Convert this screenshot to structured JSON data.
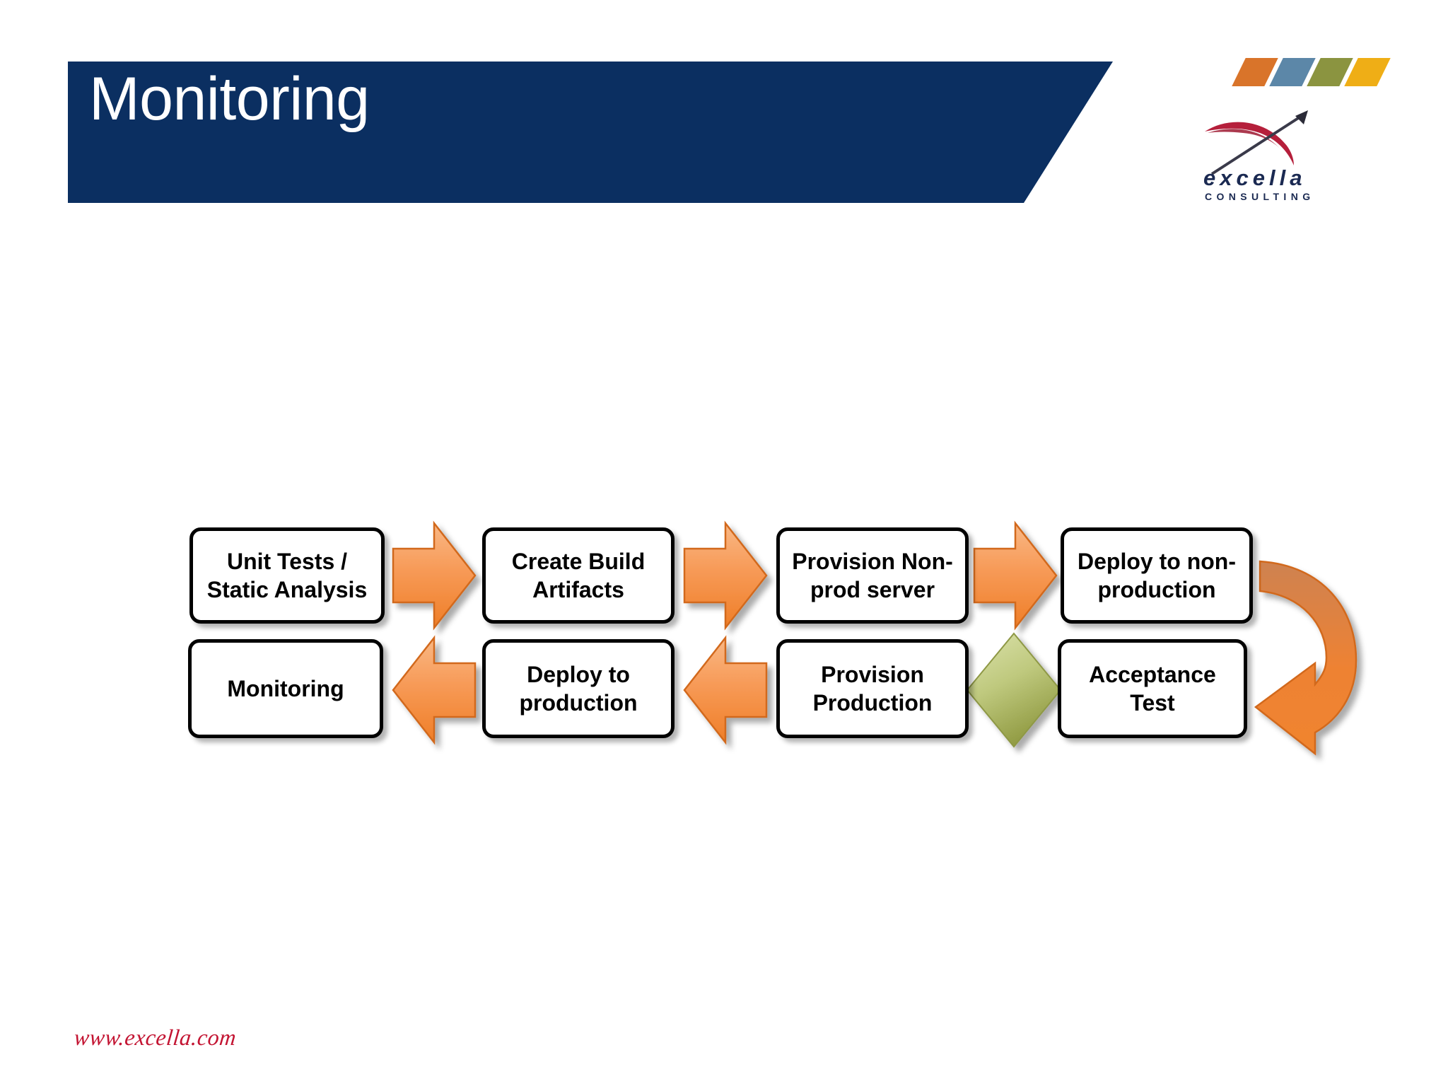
{
  "slide": {
    "title": "Monitoring",
    "background_color": "#FFFFFF",
    "banner_color": "#0B2F61",
    "title_color": "#FFFFFF"
  },
  "brand": {
    "logo_name": "excella",
    "logo_subtitle": "CONSULTING",
    "logo_arc_color": "#B51F3B",
    "logo_arrow_color": "#3A3A4A",
    "accent_stripes": [
      {
        "name": "stripe-orange",
        "color": "#D9742A"
      },
      {
        "name": "stripe-blue",
        "color": "#5C87A8"
      },
      {
        "name": "stripe-olive",
        "color": "#8B9440"
      },
      {
        "name": "stripe-gold",
        "color": "#EFAE16"
      }
    ]
  },
  "footer": {
    "url": "www.excella.com",
    "url_color": "#C31432"
  },
  "diagram": {
    "type": "flowchart",
    "orientation": "boustrophedon-two-rows",
    "node_fill": "#FFFFFF",
    "node_border": "#000000",
    "arrow_color_light": "#F7A873",
    "arrow_color_dark": "#F0822E",
    "arrow_outline": "#D2691E",
    "decision_color_light": "#D5DDA0",
    "decision_color_dark": "#96A048",
    "row1": [
      {
        "id": "unit-tests-static-analysis",
        "label": "Unit Tests / Static Analysis"
      },
      {
        "id": "create-build-artifacts",
        "label": "Create Build Artifacts"
      },
      {
        "id": "provision-non-prod-server",
        "label": "Provision Non-prod server"
      },
      {
        "id": "deploy-to-non-production",
        "label": "Deploy to non-production"
      }
    ],
    "row2": [
      {
        "id": "monitoring",
        "label": "Monitoring"
      },
      {
        "id": "deploy-to-production",
        "label": "Deploy to production"
      },
      {
        "id": "provision-production",
        "label": "Provision Production"
      },
      {
        "id": "acceptance-test",
        "label": "Acceptance Test"
      }
    ],
    "connectors": [
      {
        "name": "arrow-right-1",
        "from": "unit-tests-static-analysis",
        "to": "create-build-artifacts",
        "direction": "right"
      },
      {
        "name": "arrow-right-2",
        "from": "create-build-artifacts",
        "to": "provision-non-prod-server",
        "direction": "right"
      },
      {
        "name": "arrow-right-3",
        "from": "provision-non-prod-server",
        "to": "deploy-to-non-production",
        "direction": "right"
      },
      {
        "name": "arrow-uturn",
        "from": "deploy-to-non-production",
        "to": "acceptance-test",
        "direction": "u-turn-down-left"
      },
      {
        "name": "decision-diamond",
        "from": "acceptance-test",
        "to": "provision-production",
        "direction": "left"
      },
      {
        "name": "arrow-left-1",
        "from": "provision-production",
        "to": "deploy-to-production",
        "direction": "left"
      },
      {
        "name": "arrow-left-2",
        "from": "deploy-to-production",
        "to": "monitoring",
        "direction": "left"
      }
    ]
  }
}
